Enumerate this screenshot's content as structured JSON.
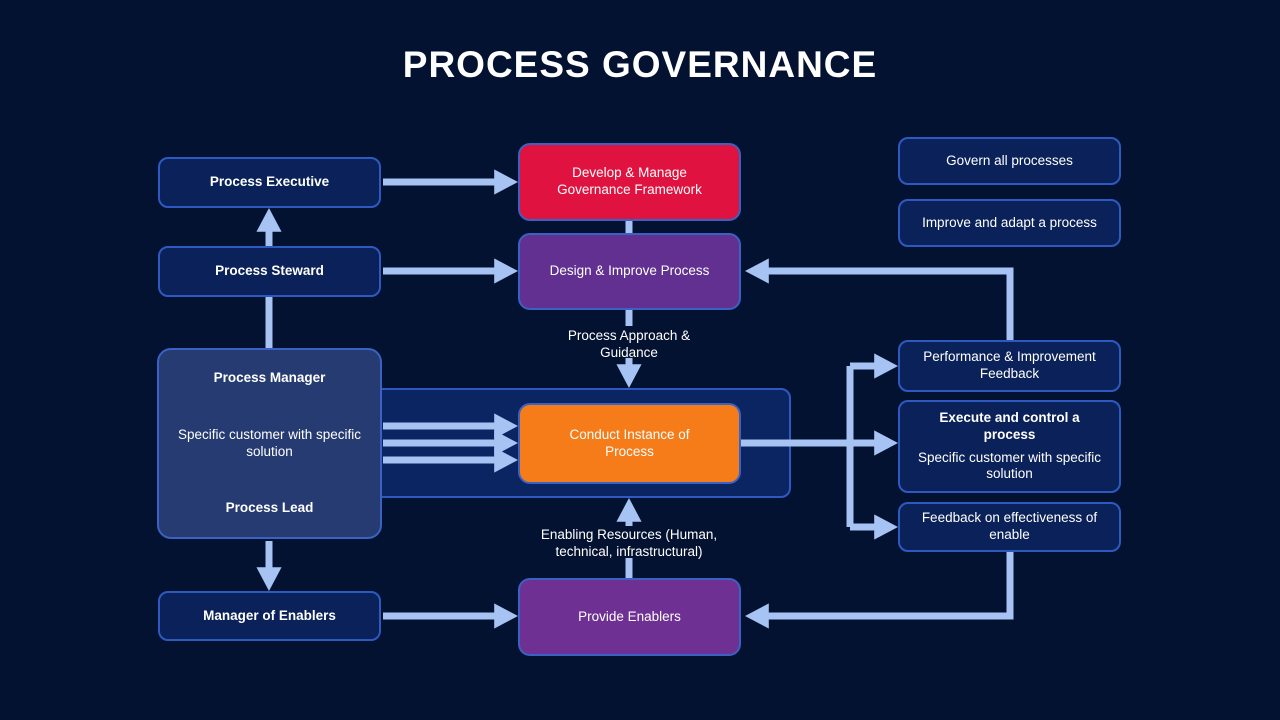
{
  "title": "PROCESS GOVERNANCE",
  "colors": {
    "background": "#041232",
    "navy_box": "#0A2259",
    "navy_border": "#2E59C0",
    "panel": "#0A2562",
    "manager_box": "#253B72",
    "red": "#E0123F",
    "purple": "#613090",
    "purple_light": "#6E3193",
    "orange": "#F57C19",
    "arrow": "#A6C3F4",
    "text": "#FFFFFF"
  },
  "nodes": {
    "process_executive": {
      "label": "Process Executive"
    },
    "process_steward": {
      "label": "Process Steward"
    },
    "process_manager": {
      "title": "Process Manager",
      "middle": "Specific customer with specific solution",
      "bottom": "Process Lead"
    },
    "manager_of_enablers": {
      "label": "Manager of Enablers"
    },
    "develop_manage": {
      "label": "Develop & Manage Governance Framework"
    },
    "design_improve": {
      "label": "Design & Improve Process"
    },
    "conduct_instance": {
      "label": "Conduct Instance of Process"
    },
    "provide_enablers": {
      "label": "Provide Enablers"
    },
    "govern_all": {
      "label": "Govern all processes"
    },
    "improve_adapt": {
      "label": "Improve and adapt a process"
    },
    "performance_feedback": {
      "label": "Performance & Improvement Feedback"
    },
    "execute_control": {
      "title": "Execute and control a process",
      "subtitle": "Specific customer with specific solution"
    },
    "feedback_effectiveness": {
      "label": "Feedback on effectiveness of enable"
    }
  },
  "labels": {
    "process_approach": "Process Approach & Guidance",
    "enabling_resources": "Enabling Resources (Human, technical, infrastructural)"
  }
}
